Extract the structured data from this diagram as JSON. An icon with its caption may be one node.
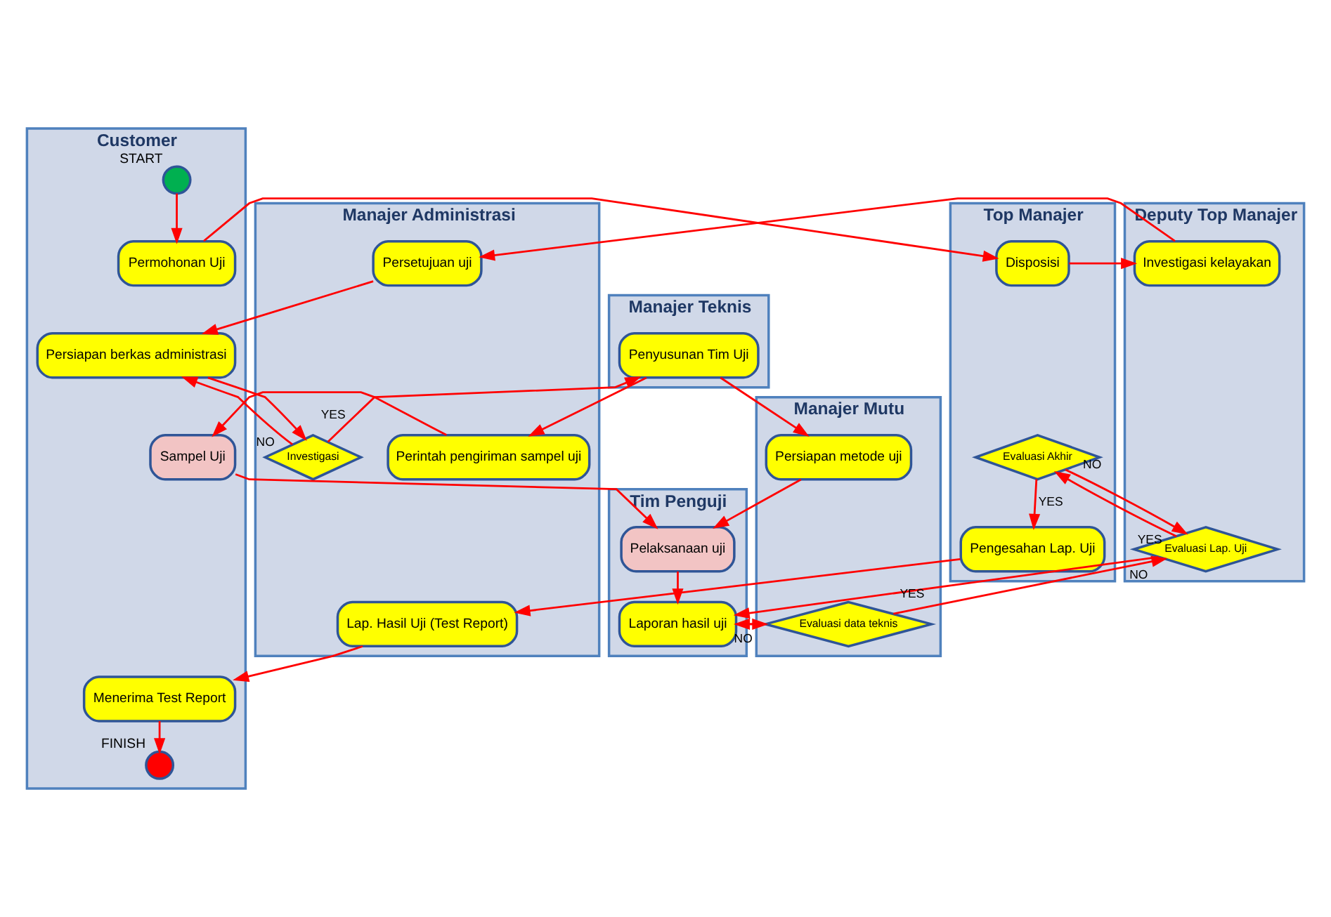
{
  "diagram": {
    "nodes": [
      {
        "text": [
          "Customer"
        ]
      },
      {
        "text": [
          "Top Manajer"
        ]
      },
      {
        "text": [
          "Deputy Top Manajer"
        ]
      },
      {
        "text": [
          "Manajer Administrasi"
        ]
      },
      {
        "text": [
          "Manajer Teknis"
        ]
      },
      {
        "text": [
          "Manajer Mutu"
        ]
      },
      {
        "text": [
          "Tim Penguji"
        ]
      },
      {
        "text": [],
        "shape": "circle",
        "beside": [
          "START"
        ],
        "in": 0
      },
      {
        "text": [
          "Permohonan Uji"
        ],
        "in": 0
      },
      {
        "text": [
          "Disposisi"
        ],
        "in": 1
      },
      {
        "text": [
          "Investigasi kelayakan"
        ],
        "in": 2
      },
      {
        "text": [
          "Persetujuan uji"
        ],
        "in": 3
      },
      {
        "text": [
          "Persiapan berkas administrasi"
        ],
        "in": 0
      },
      {
        "text": [
          "Penyusunan Tim Uji"
        ],
        "in": 4
      },
      {
        "text": [
          "Persiapan metode uji"
        ],
        "in": 5
      },
      {
        "text": [
          "Investigasi"
        ],
        "in": 3
      },
      {
        "text": [
          "Perintah pengiriman sampel uji"
        ],
        "in": 3
      },
      {
        "text": [
          "Sampel Uji"
        ],
        "in": 0
      },
      {
        "text": [
          "Pelaksanaan uji"
        ],
        "in": 6
      },
      {
        "text": [
          "Laporan hasil uji"
        ],
        "in": 6
      },
      {
        "text": [
          "Evaluasi data teknis"
        ],
        "in": 5
      },
      {
        "text": [
          "Evaluasi Lap. Uji"
        ],
        "in": 2
      },
      {
        "text": [
          "Evaluasi Akhir"
        ],
        "in": 1
      },
      {
        "text": [
          "Pengesahan Lap. Uji"
        ],
        "in": 1
      },
      {
        "text": [
          "Lap. Hasil Uji (Test Report)"
        ],
        "in": 3
      },
      {
        "text": [
          "Menerima Test Report"
        ],
        "in": 0
      },
      {
        "text": [],
        "shape": "circle",
        "beside": [
          "FINISH"
        ],
        "in": 0
      }
    ],
    "edges": [
      {
        "from": 7,
        "to": 8,
        "arrow": "to"
      },
      {
        "from": 8,
        "to": 9,
        "arrow": "to"
      },
      {
        "from": 9,
        "to": 10,
        "arrow": "to"
      },
      {
        "from": 10,
        "to": 11,
        "arrow": "to"
      },
      {
        "from": 11,
        "to": 12,
        "arrow": "to"
      },
      {
        "from": 12,
        "to": 15,
        "arrow": "to"
      },
      {
        "from": 15,
        "to": 13,
        "arrow": "to",
        "label": "YES"
      },
      {
        "from": 15,
        "to": 12,
        "arrow": "to",
        "label": "NO"
      },
      {
        "from": 13,
        "to": 14,
        "arrow": "to"
      },
      {
        "from": 13,
        "to": 16,
        "arrow": "to"
      },
      {
        "from": 14,
        "to": 18,
        "arrow": "to"
      },
      {
        "from": 16,
        "to": 17,
        "arrow": "to"
      },
      {
        "from": 17,
        "to": 18,
        "arrow": "to"
      },
      {
        "from": 18,
        "to": 19,
        "arrow": "to"
      },
      {
        "from": 19,
        "to": 20,
        "arrow": "to"
      },
      {
        "from": 20,
        "to": 21,
        "arrow": "to",
        "label": "YES"
      },
      {
        "from": 20,
        "to": 19,
        "arrow": "to",
        "label": "NO"
      },
      {
        "from": 21,
        "to": 22,
        "arrow": "to",
        "label": "YES"
      },
      {
        "from": 21,
        "to": 19,
        "arrow": "to",
        "label": "NO"
      },
      {
        "from": 22,
        "to": 21,
        "arrow": "to",
        "label": "NO"
      },
      {
        "from": 22,
        "to": 23,
        "arrow": "to",
        "label": "YES"
      },
      {
        "from": 23,
        "to": 24,
        "arrow": "to"
      },
      {
        "from": 24,
        "to": 25,
        "arrow": "to"
      },
      {
        "from": 25,
        "to": 26,
        "arrow": "to"
      }
    ]
  }
}
